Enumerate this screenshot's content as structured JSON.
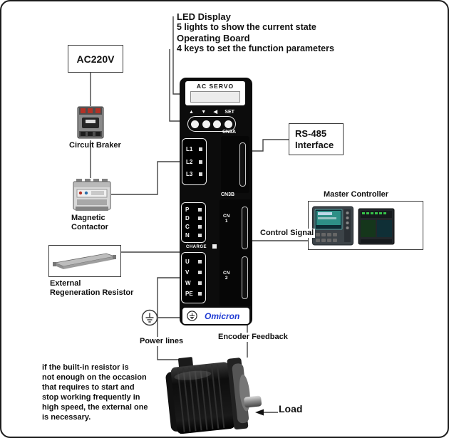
{
  "annotations": {
    "led_display_title": "LED Display",
    "led_display_desc": "5 lights to show the current state",
    "operating_board_title": "Operating  Board",
    "operating_board_desc": "4 keys to set the function parameters"
  },
  "left_chain": {
    "ac_source": "AC220V",
    "circuit_braker": "Circuit Braker",
    "magnetic_contactor": "Magnetic\nContactor",
    "external_resistor": "External\nRegeneration Resistor",
    "resistor_note": "if the built-in resistor is\nnot enough on the occasion\nthat requires to start  and\nstop working frequently in\nhigh speed, the external one\nis necessary."
  },
  "right_side": {
    "rs485_interface": "RS-485\nInterface",
    "master_controller": "Master Controller",
    "control_signal": "Control Signal"
  },
  "bottom": {
    "power_lines": "Power lines",
    "encoder_feedback": "Encoder Feedback",
    "load": "Load"
  },
  "drive": {
    "header": "AC SERVO",
    "keys": [
      "▲",
      "▼",
      "◀",
      "SET"
    ],
    "cn3a_label": "CN3A",
    "cn3b_label": "CN3B",
    "cn1_label": "CN\n1",
    "cn2_label": "CN\n2",
    "power_in_terminals": [
      "L1",
      "L2",
      "L3"
    ],
    "regen_terminals": [
      "P",
      "D",
      "C",
      "N"
    ],
    "charge_label": "CHARGE",
    "output_terminals": [
      "U",
      "V",
      "W",
      "PE"
    ],
    "brand": "Omicron"
  },
  "colors": {
    "wire": "#444444",
    "drive_panel": "#0c0c0c",
    "brand_blue": "#1f3bd3",
    "hmi_screen_teal": "#2e8f86",
    "plc_led_green": "#37c24a"
  }
}
